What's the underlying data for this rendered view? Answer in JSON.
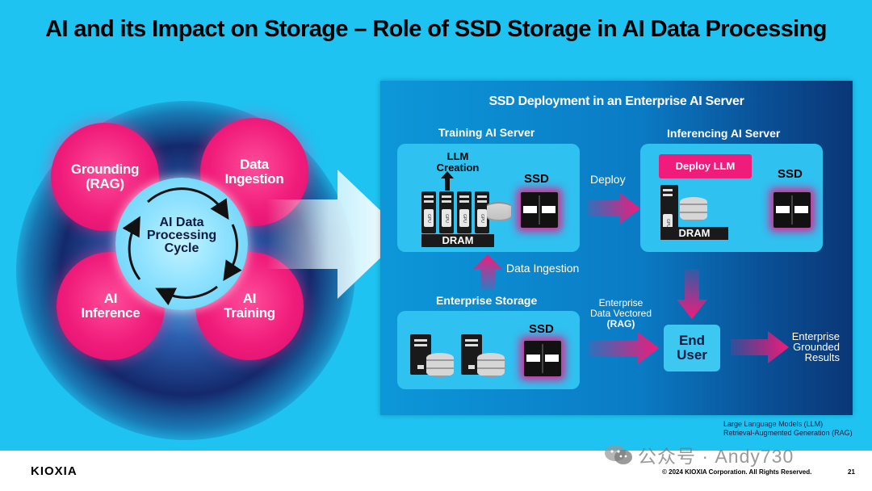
{
  "title": "AI and its Impact on Storage – Role of SSD Storage in AI Data Processing",
  "cycle": {
    "center_lines": [
      "AI Data",
      "Processing",
      "Cycle"
    ],
    "petals": {
      "grounding": [
        "Grounding",
        "(RAG)"
      ],
      "ingestion": [
        "Data",
        "Ingestion"
      ],
      "inference": [
        "AI",
        "Inference"
      ],
      "training": [
        "AI",
        "Training"
      ]
    }
  },
  "panel": {
    "title": "SSD Deployment in an Enterprise AI Server",
    "training": {
      "title": "Training AI Server",
      "llm_lines": [
        "LLM",
        "Creation"
      ],
      "ssd": "SSD",
      "dram": "DRAM",
      "gpu": "GPU"
    },
    "inferencing": {
      "title": "Inferencing AI Server",
      "deploy_llm": "Deploy LLM",
      "ssd": "SSD",
      "dram": "DRAM",
      "gpu": "GPU"
    },
    "deploy_label": "Deploy",
    "ingestion_label": "Data Ingestion",
    "storage": {
      "title": "Enterprise Storage",
      "ssd": "SSD"
    },
    "vectored_lines": [
      "Enterprise",
      "Data Vectored",
      "(RAG)"
    ],
    "end_user_lines": [
      "End",
      "User"
    ],
    "results_lines": [
      "Enterprise",
      "Grounded",
      "Results"
    ]
  },
  "footnotes": [
    "Large Language Models (LLM)",
    "Retrieval-Augmented Generation (RAG)"
  ],
  "footer": {
    "logo": "KIOXIA",
    "copyright": "© 2024 KIOXIA Corporation. All Rights Reserved.",
    "page": "21",
    "watermark": "公众号 · Andy730"
  },
  "colors": {
    "background": "#1ec3f2",
    "accent_pink": "#f01c7b",
    "panel_dark": "#0a3676"
  }
}
